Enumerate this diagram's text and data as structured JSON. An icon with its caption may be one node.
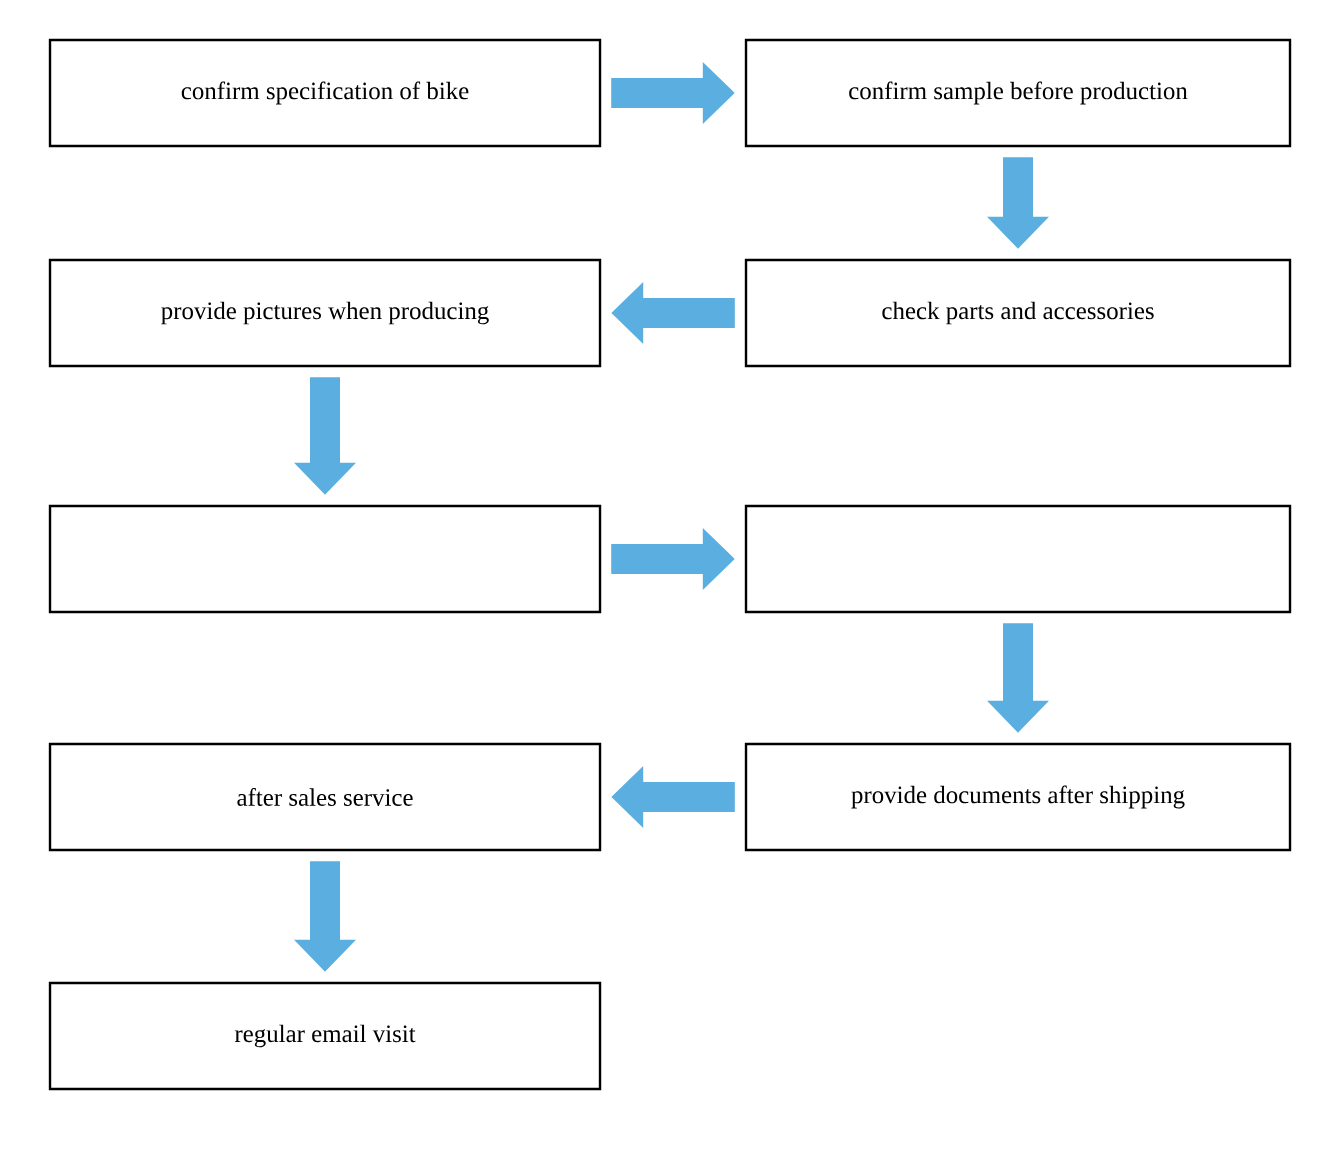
{
  "diagram": {
    "nodes": [
      {
        "text": [
          "confirm specification of bike"
        ]
      },
      {
        "text": [
          "confirm sample before production"
        ]
      },
      {
        "text": [
          "provide pictures when producing"
        ]
      },
      {
        "text": [
          "check parts and accessories"
        ]
      },
      {
        "text": [],
        "shape": "box"
      },
      {
        "text": [],
        "shape": "box"
      },
      {
        "text": [
          "after sales service"
        ]
      },
      {
        "text": [
          "provide documents after shipping"
        ]
      },
      {
        "text": [
          "regular email visit"
        ]
      }
    ],
    "edges": [
      {
        "from": 0,
        "to": 1,
        "arrow": "to"
      },
      {
        "from": 1,
        "to": 3,
        "arrow": "to"
      },
      {
        "from": 3,
        "to": 2,
        "arrow": "to"
      },
      {
        "from": 2,
        "to": 4,
        "arrow": "to"
      },
      {
        "from": 4,
        "to": 5,
        "arrow": "to"
      },
      {
        "from": 5,
        "to": 7,
        "arrow": "to"
      },
      {
        "from": 7,
        "to": 6,
        "arrow": "to"
      },
      {
        "from": 6,
        "to": 8,
        "arrow": "to"
      }
    ]
  }
}
